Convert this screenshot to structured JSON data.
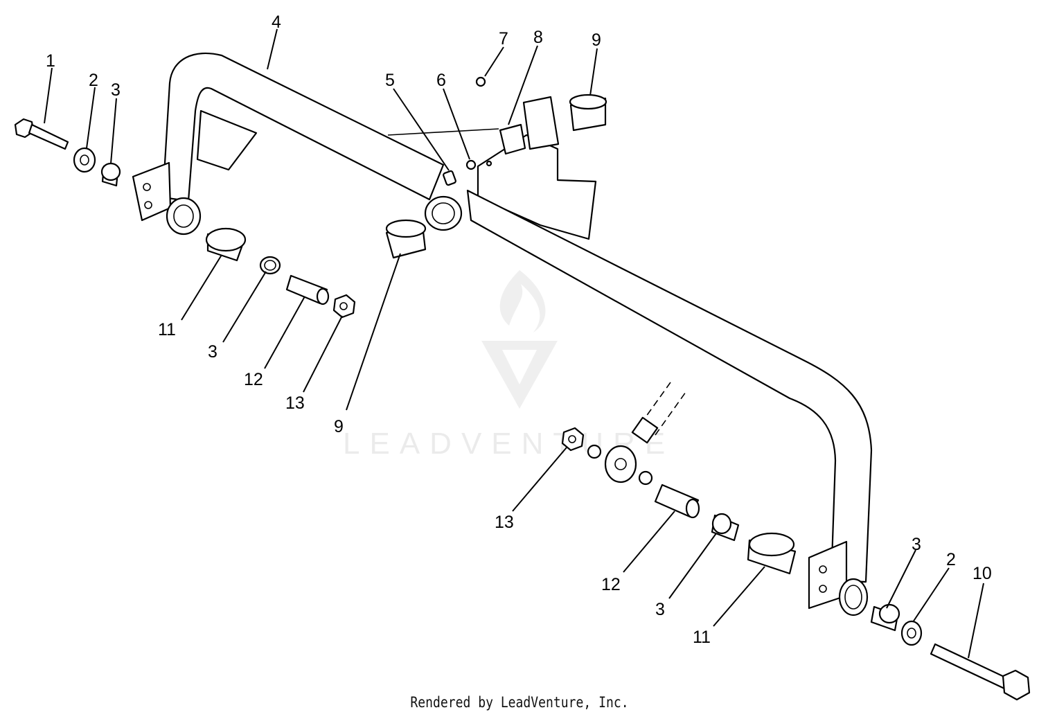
{
  "diagram": {
    "credit": "Rendered by LeadVenture, Inc.",
    "watermark": "LEADVENTURE",
    "callouts": {
      "c1": "1",
      "c2a": "2",
      "c3a": "3",
      "c4": "4",
      "c5": "5",
      "c6": "6",
      "c7": "7",
      "c8": "8",
      "c9a": "9",
      "c10": "10",
      "c11a": "11",
      "c3b": "3",
      "c12a": "12",
      "c13a": "13",
      "c9b": "9",
      "c13b": "13",
      "c12b": "12",
      "c3c": "3",
      "c11b": "11",
      "c3d": "3",
      "c2b": "2"
    }
  }
}
